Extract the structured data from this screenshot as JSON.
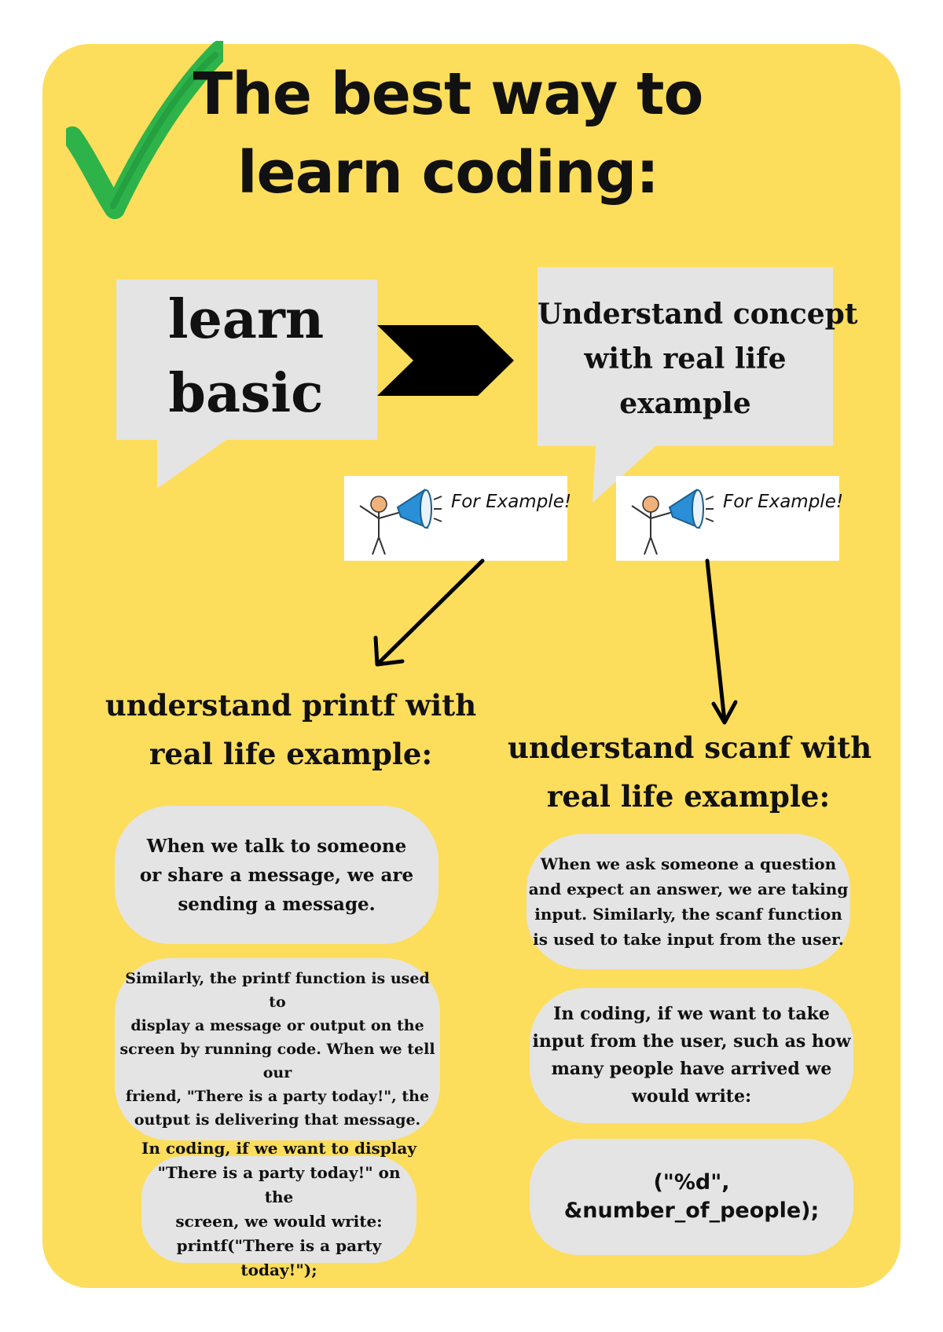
{
  "title": {
    "line1": "The best way to",
    "line2": "learn coding:"
  },
  "colors": {
    "card": "#fddd5c",
    "bubble": "#e4e4e4",
    "check": "#2db34a",
    "text": "#111111"
  },
  "icons": {
    "check": "checkmark-icon",
    "step_arrow": "chevron-right-icon",
    "announcer": "megaphone-icon"
  },
  "steps": {
    "first": {
      "line1": "learn",
      "line2": "basic"
    },
    "second": {
      "line1": "Understand concept",
      "line2": "with real life",
      "line3": "example"
    }
  },
  "example_badges": [
    {
      "label": "For Example!"
    },
    {
      "label": "For Example!"
    }
  ],
  "printf": {
    "heading": {
      "line1": "understand printf with",
      "line2": "real life example:"
    },
    "cards": [
      {
        "lines": [
          "When we talk to someone",
          "or share a message, we are",
          "sending a message."
        ]
      },
      {
        "lines": [
          "Similarly, the printf function is used to",
          "display a message or output on the",
          "screen by running code. When we tell our",
          "friend, \"There is a party today!\", the",
          "output is delivering that message."
        ]
      },
      {
        "lines": [
          "In coding, if we want to display",
          "\"There is a party today!\" on the",
          "screen, we would write:",
          "printf(\"There is a party today!\");"
        ]
      }
    ]
  },
  "scanf": {
    "heading": {
      "line1": "understand scanf with",
      "line2": "real life example:"
    },
    "cards": [
      {
        "lines": [
          "When we ask someone a question",
          "and expect an answer, we are taking",
          "input. Similarly, the scanf function",
          "is used to take input from the user."
        ]
      },
      {
        "lines": [
          "In coding, if we want to take",
          "input from the user, such as how",
          "many people have arrived we",
          "would write:"
        ]
      },
      {
        "lines": [
          "(\"%d\", &number_of_people);"
        ]
      }
    ]
  }
}
